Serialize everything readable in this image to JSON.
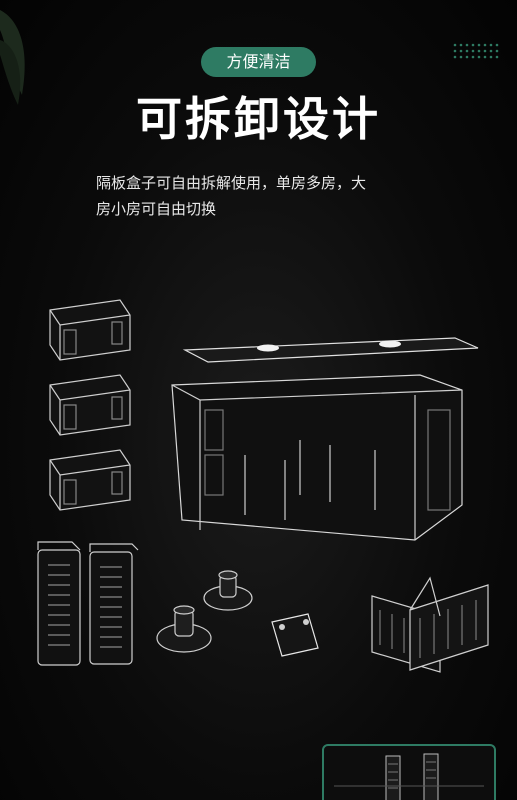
{
  "badge": {
    "label": "方便清洁"
  },
  "title": {
    "text": "可拆卸设计"
  },
  "description": {
    "line1": "隔板盒子可自由拆解使用，单房多房，大",
    "line2": "房小房可自由切换"
  },
  "colors": {
    "accent": "#2e7b63",
    "background": "#050505",
    "text": "#ffffff"
  },
  "icons": {
    "decor": "leaf-icon",
    "pattern": "dots-grid-icon"
  }
}
